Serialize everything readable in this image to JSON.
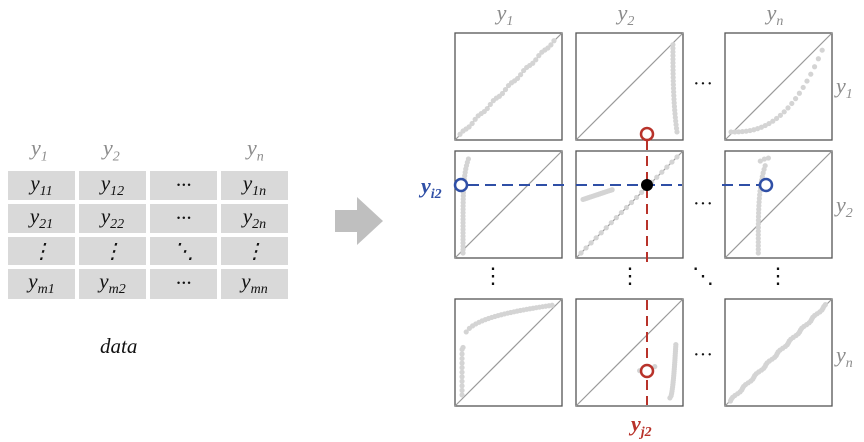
{
  "data_table": {
    "headers": [
      {
        "base": "y",
        "sub": "1"
      },
      {
        "base": "y",
        "sub": "2"
      },
      {
        "base": "",
        "sub": ""
      },
      {
        "base": "y",
        "sub": "n"
      }
    ],
    "rows": [
      [
        {
          "base": "y",
          "sub": "11"
        },
        {
          "base": "y",
          "sub": "12"
        },
        {
          "text": "···"
        },
        {
          "base": "y",
          "sub": "1n"
        }
      ],
      [
        {
          "base": "y",
          "sub": "21"
        },
        {
          "base": "y",
          "sub": "22"
        },
        {
          "text": "···"
        },
        {
          "base": "y",
          "sub": "2n"
        }
      ],
      [
        {
          "text": "⋮"
        },
        {
          "text": "⋮"
        },
        {
          "text": "⋱"
        },
        {
          "text": "⋮"
        }
      ],
      [
        {
          "base": "y",
          "sub": "m1"
        },
        {
          "base": "y",
          "sub": "m2"
        },
        {
          "text": "···"
        },
        {
          "base": "y",
          "sub": "mn"
        }
      ]
    ],
    "caption": "data"
  },
  "matrix": {
    "col_labels": [
      {
        "base": "y",
        "sub": "1"
      },
      {
        "base": "y",
        "sub": "2"
      },
      {
        "base": "y",
        "sub": "n"
      }
    ],
    "row_labels": [
      {
        "base": "y",
        "sub": "1"
      },
      {
        "base": "y",
        "sub": "2"
      },
      {
        "base": "y",
        "sub": "n"
      }
    ],
    "ellipsis_h": "···",
    "ellipsis_v": "⋮",
    "ellipsis_d": "⋱",
    "marker_row_label": {
      "base": "y",
      "sub": "i2"
    },
    "marker_col_label": {
      "base": "y",
      "sub": "j2"
    }
  },
  "colors": {
    "cell_fill": "#d9d9d9",
    "label_gray": "#8c8c8c",
    "panel_stroke": "#555555",
    "points": "#d4d4d4",
    "diagonal": "#9a9a9a",
    "blue": "#2f4fa6",
    "red": "#b8322a",
    "black": "#000000"
  }
}
